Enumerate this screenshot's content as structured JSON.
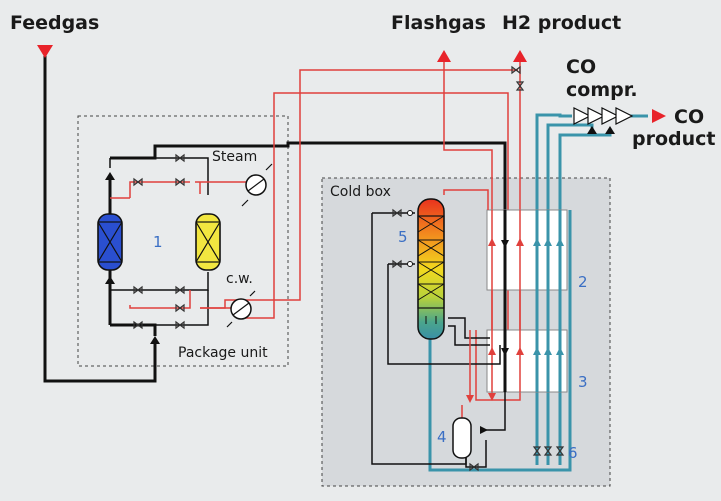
{
  "labels": {
    "feedgas": "Feedgas",
    "flashgas": "Flashgas",
    "h2_product": "H2 product",
    "co_compr_1": "CO",
    "co_compr_2": "compr.",
    "co_product_1": "CO",
    "co_product_2": "product",
    "steam": "Steam",
    "cw": "c.w.",
    "package_unit": "Package unit",
    "cold_box": "Cold box"
  },
  "units": [
    "1",
    "2",
    "3",
    "4",
    "5",
    "6"
  ],
  "colors": {
    "black_line": "#111111",
    "red_line": "#e0403c",
    "teal_line": "#3a94aa",
    "product_arrow": "#e8232a",
    "number": "#3b6fc4",
    "adsorber_blue": "#2a4fd0",
    "adsorber_yellow": "#f2e640",
    "coldbox_fill": "#d6d9dc"
  }
}
